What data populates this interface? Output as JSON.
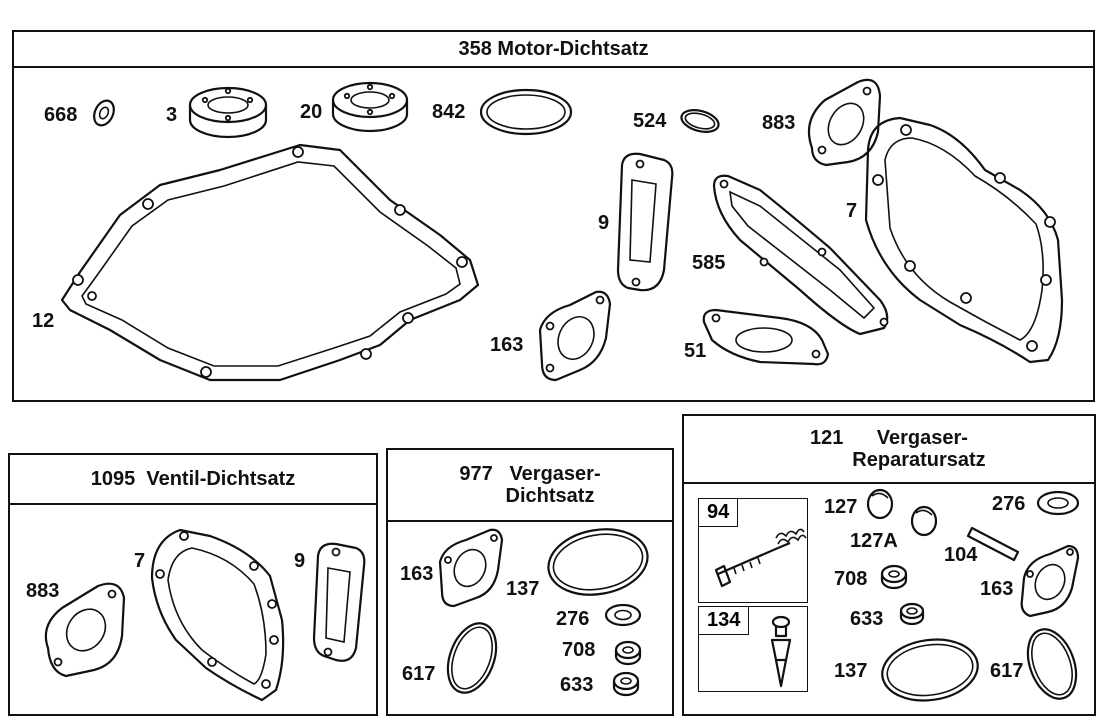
{
  "kits": {
    "motor": {
      "number": "358",
      "title": "Motor-Dichtsatz",
      "parts": [
        "668",
        "3",
        "20",
        "842",
        "524",
        "883",
        "12",
        "9",
        "7",
        "585",
        "163",
        "51"
      ]
    },
    "ventil": {
      "number": "1095",
      "title": "Ventil-Dichtsatz",
      "parts": [
        "883",
        "7",
        "9"
      ]
    },
    "vergaser_dicht": {
      "number": "977",
      "title_line1": "Vergaser-",
      "title_line2": "Dichtsatz",
      "parts": [
        "163",
        "137",
        "276",
        "708",
        "617",
        "633"
      ]
    },
    "vergaser_rep": {
      "number": "121",
      "title_line1": "Vergaser-",
      "title_line2": "Reparatursatz",
      "subkits": [
        "94",
        "134"
      ],
      "parts": [
        "127",
        "276",
        "127A",
        "104",
        "708",
        "163",
        "633",
        "137",
        "617"
      ]
    }
  }
}
